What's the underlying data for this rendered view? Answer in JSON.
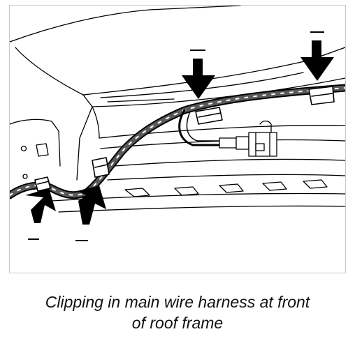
{
  "figure": {
    "caption_line1": "Clipping in main wire harness at front",
    "caption_line2": "of roof frame",
    "arrow_count": 4,
    "colors": {
      "line": "#000000",
      "harness_fill": "#555555",
      "background": "#ffffff",
      "frame_border": "#c9c9c9"
    }
  }
}
